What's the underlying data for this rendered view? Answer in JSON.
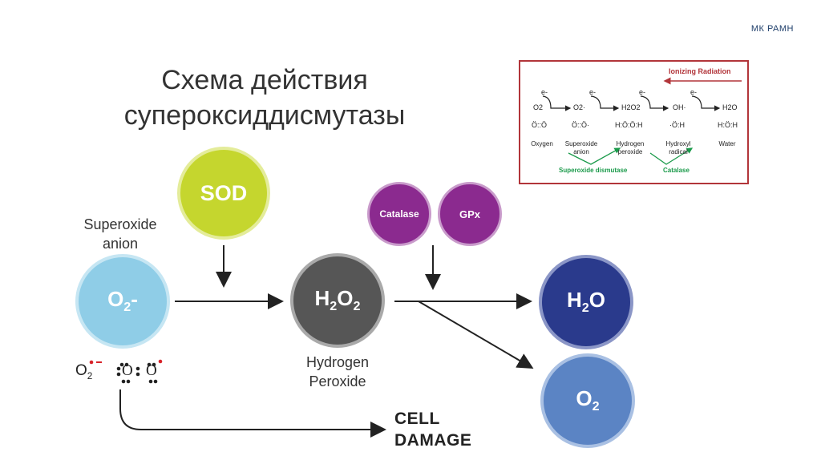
{
  "brand": "МК РАМН",
  "title_line1": "Схема действия",
  "title_line2": "супероксиддисмутазы",
  "sod_label": "SOD",
  "superoxide_caption_1": "Superoxide",
  "superoxide_caption_2": "anion",
  "superoxide_formula": "O",
  "superoxide_sub": "2",
  "superoxide_sup": "-",
  "peroxide_formula": "H",
  "peroxide_sub1": "2",
  "peroxide_mid": "O",
  "peroxide_sub2": "2",
  "peroxide_caption_1": "Hydrogen",
  "peroxide_caption_2": "Peroxide",
  "catalase_label": "Catalase",
  "gpx_label": "GPx",
  "water_formula": "H",
  "water_sub": "2",
  "water_end": "O",
  "oxygen_formula": "O",
  "oxygen_sub": "2",
  "lewis_o2": "O",
  "lewis_o2_sub": "2",
  "lewis_letter": "O",
  "cell_damage_1": "CELL",
  "cell_damage_2": "DAMAGE",
  "colors": {
    "sod": "#c5d62e",
    "superoxide": "#8fcde7",
    "peroxide": "#565656",
    "enzyme": "#8b2a8f",
    "water": "#2a3a8c",
    "oxygen": "#5b84c4",
    "inset_border": "#b2353a",
    "inset_green": "#1a9a4a"
  },
  "inset": {
    "ionizing": "Ionizing Radiation",
    "electron": "e-",
    "species": [
      "O2",
      "O2·",
      "H2O2",
      "OH·",
      "H2O"
    ],
    "lewis": [
      "Ö::Ö",
      "Ö::Ö·",
      "H:Ö:Ö:H",
      "·Ö:H",
      "H:Ö:H"
    ],
    "names": [
      "Oxygen",
      "Superoxide anion",
      "Hydrogen peroxide",
      "Hydroxyl radical",
      "Water"
    ],
    "sod": "Superoxide dismutase",
    "catalase": "Catalase"
  }
}
